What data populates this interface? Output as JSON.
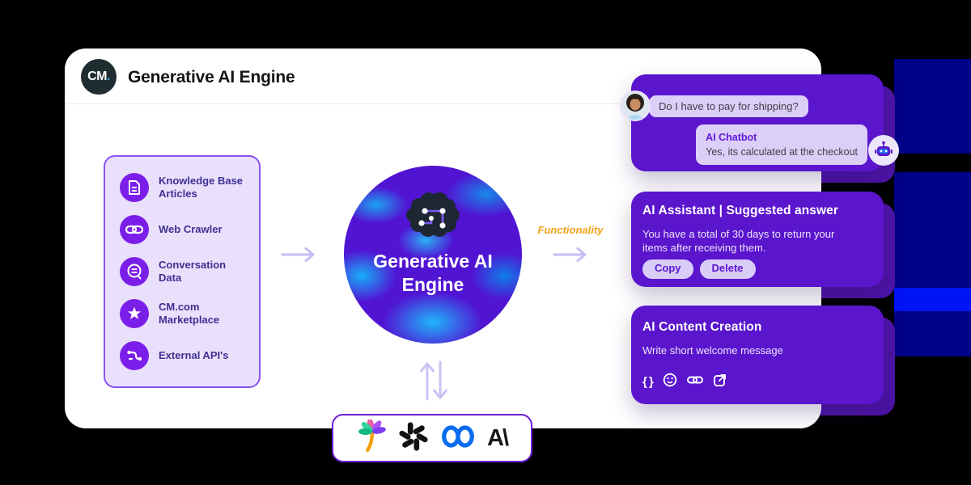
{
  "header": {
    "logo_text": "CM",
    "logo_dot": ".",
    "title": "Generative AI Engine"
  },
  "sources_panel": {
    "items": [
      {
        "icon": "document-icon",
        "label": "Knowledge Base Articles"
      },
      {
        "icon": "link-icon",
        "label": "Web Crawler"
      },
      {
        "icon": "conversation-icon",
        "label": "Conversation Data"
      },
      {
        "icon": "star-icon",
        "label": "CM.com Marketplace"
      },
      {
        "icon": "api-icon",
        "label": "External API's"
      }
    ]
  },
  "engine": {
    "line1": "Generative AI",
    "line2": "Engine"
  },
  "flow": {
    "functionality_label": "Functionality"
  },
  "chat_card": {
    "question": "Do I have to pay for shipping?",
    "bot_name": "AI Chatbot",
    "bot_answer": "Yes, its calculated at the checkout"
  },
  "assistant_card": {
    "title": "AI Assistant | Suggested answer",
    "body": "You have a total of 30 days to return your items after receiving them.",
    "copy_label": "Copy",
    "delete_label": "Delete"
  },
  "content_card": {
    "title": "AI Content Creation",
    "body": "Write short welcome message",
    "icons": [
      "braces-icon",
      "smiley-icon",
      "link-icon",
      "image-icon"
    ],
    "braces_glyph": "{ }"
  },
  "providers": {
    "logos": [
      "palm-logo",
      "openai-logo",
      "meta-logo",
      "anthropic-logo"
    ],
    "anthropic_glyph": "A\\"
  },
  "colors": {
    "card_purple": "#5a15cd",
    "shadow_purple": "#4d14a6",
    "lavender_bubble": "#dbcff8",
    "panel_bg": "#e9e0fc",
    "panel_border": "#8a52ee",
    "icon_circle": "#7c1ee9",
    "navy": "#000287",
    "bright_blue": "#0013f5",
    "functionality_orange": "#f6a21a",
    "engine_purple": "#5114d3",
    "blob_blue": "#1ba4f2"
  }
}
